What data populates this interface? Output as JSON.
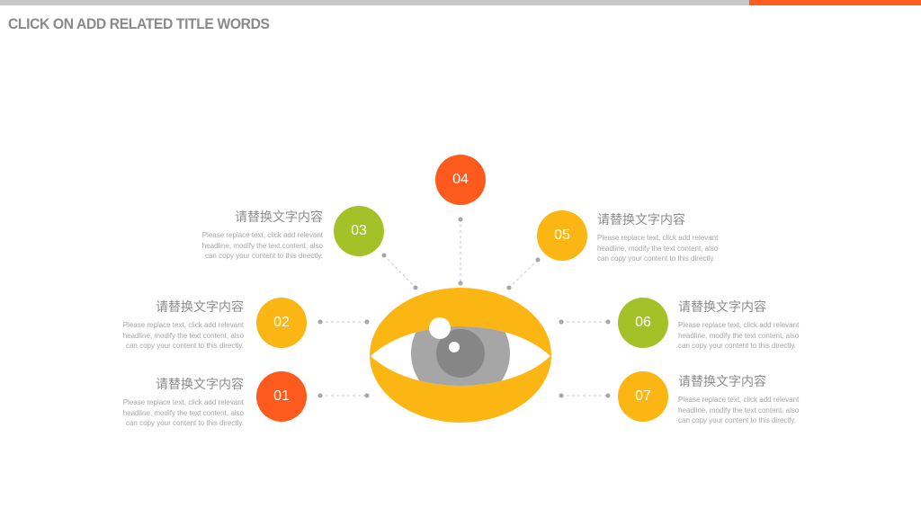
{
  "header": {
    "title": "CLICK ON ADD RELATED TITLE WORDS",
    "accent": "#ff5a1f",
    "bar_color": "#c8c8c8"
  },
  "colors": {
    "orange": "#fd5a1e",
    "yellow": "#fbb614",
    "green": "#a5c128",
    "eye_gray": "#a6a6a6",
    "iris": "#868686"
  },
  "nodes": [
    {
      "num": "01",
      "color": "orange",
      "heading": "请替换文字内容",
      "text": "Please replace text, click add relevant headline, modify the text content, also can copy your content to this directly."
    },
    {
      "num": "02",
      "color": "yellow",
      "heading": "请替换文字内容",
      "text": "Please replace text, click add relevant headline, modify the text content, also can copy your content to this directly."
    },
    {
      "num": "03",
      "color": "green",
      "heading": "请替换文字内容",
      "text": "Please replace text, click add relevant headline, modify the text content, also can copy your content to this directly."
    },
    {
      "num": "04",
      "color": "orange"
    },
    {
      "num": "05",
      "color": "yellow",
      "heading": "请替换文字内容",
      "text": "Please replace text, click add relevant headline, modify the text content, also can copy your content to this directly."
    },
    {
      "num": "06",
      "color": "green",
      "heading": "请替换文字内容",
      "text": "Please replace text, click add relevant headline, modify the text content, also can copy your content to this directly."
    },
    {
      "num": "07",
      "color": "yellow",
      "heading": "请替换文字内容",
      "text": "Please replace text, click add relevant headline, modify the text content, also can copy your content to this directly."
    }
  ]
}
